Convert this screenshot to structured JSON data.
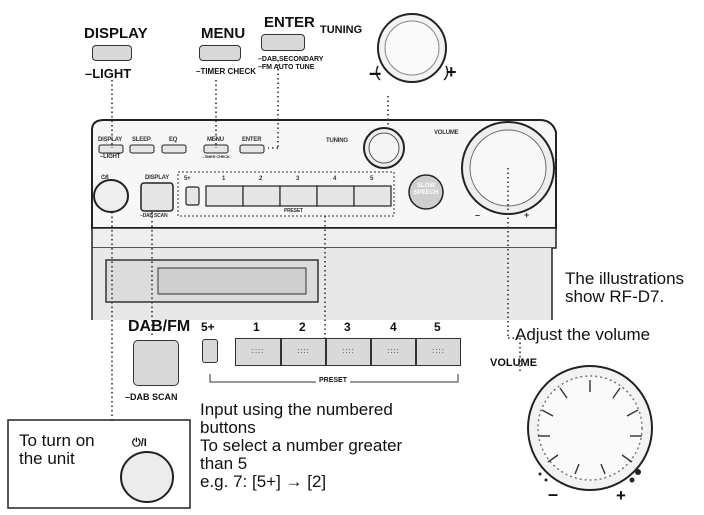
{
  "labels": {
    "display": "DISPLAY",
    "light": "–LIGHT",
    "menu": "MENU",
    "timer_check": "–TIMER CHECK",
    "enter": "ENTER",
    "dab_secondary": "–DAB SECONDARY",
    "fm_auto_tune": "–FM AUTO TUNE",
    "tuning": "TUNING",
    "minus": "–",
    "plus": "+",
    "volume": "VOLUME",
    "dab_fm": "DAB/FM",
    "dab_scan": "–DAB SCAN",
    "five_plus": "5+",
    "preset": "PRESET",
    "power_symbol": "⏻/I"
  },
  "device": {
    "display_small": "DISPLAY",
    "light_small": "–LIGHT",
    "sleep": "SLEEP",
    "eq": "EQ",
    "menu_small": "MENU",
    "timer_small": "–TIMER CHECK",
    "enter_small": "ENTER",
    "tuning_small": "TUNING",
    "volume_small": "VOLUME",
    "display_btn": "DISPLAY",
    "dab_scan_small": "–DAB SCAN",
    "five_plus_small": "5+",
    "preset_small": "PRESET",
    "slow": "SLOW",
    "speech": "SPEECH",
    "power_small": "⏻/I"
  },
  "preset_numbers": [
    "1",
    "2",
    "3",
    "4",
    "5"
  ],
  "notes": {
    "illustration_1": "The illustrations",
    "illustration_2": "show RF-D7.",
    "adjust_volume": "Adjust the volume",
    "input_1": "Input using the numbered",
    "input_2": "buttons",
    "select_1": "To select a number greater",
    "select_2": "than 5",
    "example": "e.g. 7: [5+] → [2]",
    "turn_on_1": "To turn on",
    "turn_on_2": "the unit"
  }
}
